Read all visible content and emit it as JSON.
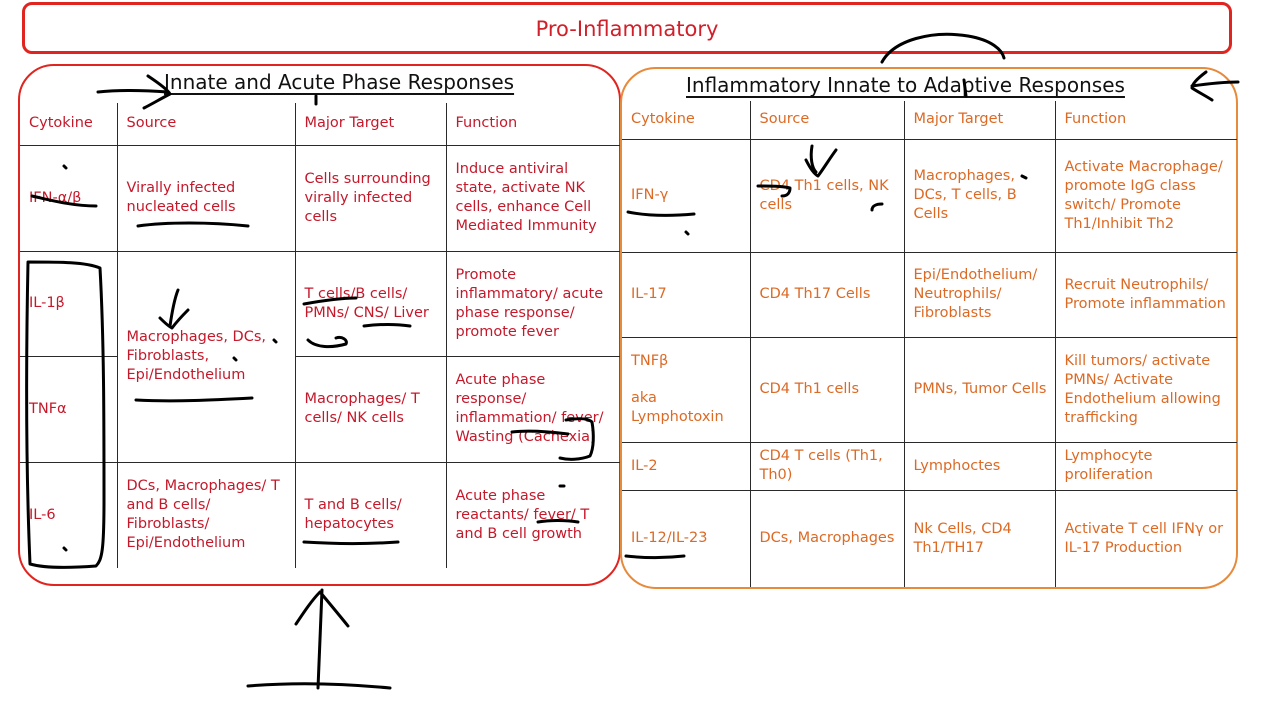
{
  "title": "Pro-Inflammatory",
  "left": {
    "heading": "Innate and Acute Phase Responses",
    "headers": [
      "Cytokine",
      "Source",
      "Major Target",
      "Function"
    ],
    "rows": [
      {
        "cytokine": "IFN-α/β",
        "source": "Virally infected nucleated cells",
        "target": "Cells surrounding virally infected cells",
        "function": "Induce antiviral state, activate NK cells, enhance Cell Mediated Immunity"
      },
      {
        "cytokine": "IL-1β",
        "target": "T cells/B cells/ PMNs/ CNS/ Liver",
        "function": "Promote inflammatory/ acute phase response/ promote fever"
      },
      {
        "cytokine": "TNFα",
        "target": "Macrophages/ T cells/ NK cells",
        "function": "Acute phase response/ inflammation/ fever/ Wasting (Cachexia)"
      },
      {
        "cytokine": "IL-6",
        "source": "DCs, Macrophages/ T and B cells/ Fibroblasts/ Epi/Endothelium",
        "target": "T and B cells/ hepatocytes",
        "function": "Acute phase reactants/ fever/ T and B cell growth"
      }
    ],
    "shared_source": "Macrophages, DCs, Fibroblasts, Epi/Endothelium"
  },
  "right": {
    "heading": "Inflammatory Innate to Adaptive Responses",
    "headers": [
      "Cytokine",
      "Source",
      "Major Target",
      "Function"
    ],
    "rows": [
      {
        "cytokine": "IFN-γ",
        "source": "CD4 Th1 cells, NK cells",
        "target": "Macrophages, DCs, T cells, B Cells",
        "function": "Activate Macrophage/ promote IgG class switch/ Promote Th1/Inhibit Th2"
      },
      {
        "cytokine": "IL-17",
        "source": "CD4 Th17 Cells",
        "target": "Epi/Endothelium/ Neutrophils/ Fibroblasts",
        "function": "Recruit Neutrophils/ Promote inflammation"
      },
      {
        "cytokine": "TNFβ",
        "cytokine_aka": "aka Lymphotoxin",
        "source": "CD4 Th1 cells",
        "target": "PMNs, Tumor Cells",
        "function": "Kill tumors/ activate PMNs/ Activate Endothelium allowing trafficking"
      },
      {
        "cytokine": "IL-2",
        "source": "CD4 T cells (Th1, Th0)",
        "target": "Lymphoctes",
        "function": "Lymphocyte proliferation"
      },
      {
        "cytokine": "IL-12/IL-23",
        "source": "DCs, Macrophages",
        "target": "Nk Cells, CD4 Th1/TH17",
        "function": "Activate T cell IFNγ or IL-17 Production"
      }
    ]
  },
  "colors": {
    "left_text": "#c4192b",
    "right_text": "#dc6a25",
    "title_border": "#e0241f",
    "right_border": "#e68a3c",
    "ink": "#000000"
  }
}
